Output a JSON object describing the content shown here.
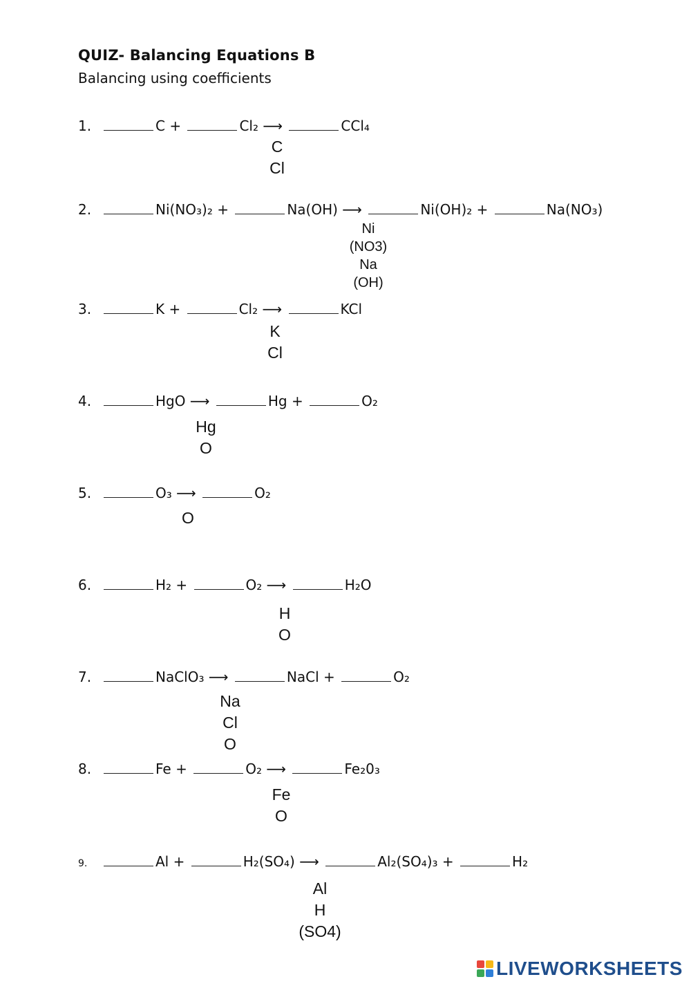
{
  "header": {
    "title": "QUIZ- Balancing Equations B",
    "subtitle": "Balancing using coefficients"
  },
  "questions": [
    {
      "number": "1.",
      "parts": [
        "C +",
        "Cl₂ ⟶",
        "CCl₄"
      ],
      "elements": [
        "C",
        "Cl"
      ]
    },
    {
      "number": "2.",
      "parts": [
        "Ni(NO₃)₂ +",
        "Na(OH) ⟶",
        "Ni(OH)₂ +",
        "Na(NO₃)"
      ],
      "elements": [
        "Ni",
        "(NO3)",
        "Na",
        "(OH)"
      ]
    },
    {
      "number": "3.",
      "parts": [
        "K +",
        "Cl₂ ⟶",
        "KCl"
      ],
      "elements": [
        "K",
        "Cl"
      ]
    },
    {
      "number": "4.",
      "parts": [
        "HgO ⟶",
        "Hg +",
        "O₂"
      ],
      "elements": [
        "Hg",
        "O"
      ]
    },
    {
      "number": "5.",
      "parts": [
        "O₃ ⟶",
        "O₂"
      ],
      "elements": [
        "O"
      ]
    },
    {
      "number": "6.",
      "parts": [
        "H₂ +",
        "O₂ ⟶",
        "H₂O"
      ],
      "elements": [
        "H",
        "O"
      ]
    },
    {
      "number": "7.",
      "parts": [
        "NaClO₃ ⟶",
        "NaCl +",
        "O₂"
      ],
      "elements": [
        "Na",
        "Cl",
        "O"
      ]
    },
    {
      "number": "8.",
      "parts": [
        "Fe +",
        "O₂ ⟶",
        "Fe₂0₃"
      ],
      "elements": [
        "Fe",
        "O"
      ]
    },
    {
      "number": "9.",
      "parts": [
        "Al +",
        "H₂(SO₄) ⟶",
        "Al₂(SO₄)₃ +",
        "H₂"
      ],
      "elements": [
        "Al",
        "H",
        "(SO4)"
      ]
    }
  ],
  "logo": {
    "text": "LIVEWORKSHEETS",
    "colors": [
      "#e8473b",
      "#f6b817",
      "#3aa757",
      "#2f7fd8"
    ]
  }
}
